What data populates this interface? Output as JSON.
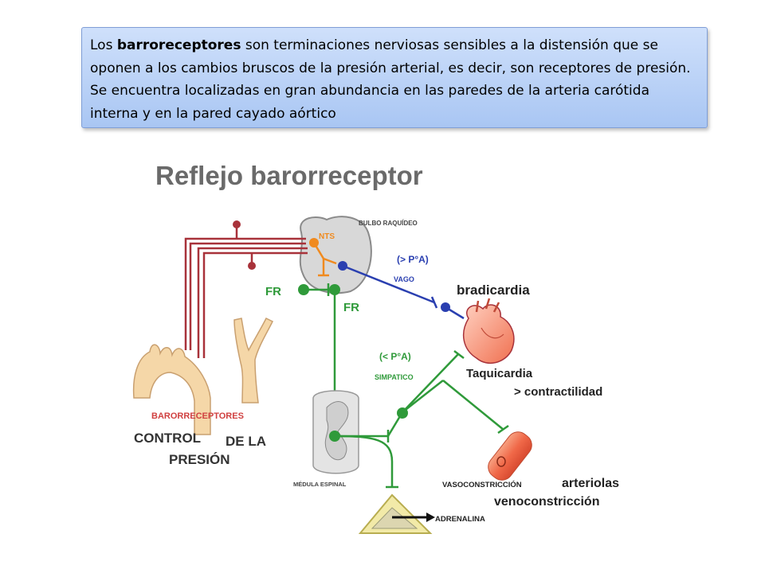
{
  "callout": {
    "pre": "Los ",
    "bold": "barroreceptores",
    "post": " son terminaciones nerviosas sensibles a la distensión que se oponen a los cambios bruscos de la presión arterial, es decir, son receptores de presión. Se encuentra localizadas en gran abundancia en las paredes de la arteria carótida interna y en la pared cayado aórtico"
  },
  "diagram": {
    "title": "Reflejo barorreceptor",
    "bulbo": "BULBO RAQUÍDEO",
    "nts": "NTS",
    "fr_left": "FR",
    "fr_right": "FR",
    "high_pa": "(> P°A)",
    "vago": "VAGO",
    "bradicardia": "bradicardia",
    "low_pa": "(< P°A)",
    "simpatico": "SIMPATICO",
    "taquicardia": "Taquicardia",
    "contractilidad": "> contractilidad",
    "barorreceptores": "BARORRECEPTORES",
    "control": "CONTROL",
    "de_la": "DE LA",
    "presion": "PRESIÓN",
    "medula": "MÉDULA ESPINAL",
    "vasoconstriccion": "VASOCONSTRICCIÓN",
    "arteriolas": "arteriolas",
    "venoconstriccion": "venoconstricción",
    "adrenalina": "ADRENALINA"
  },
  "colors": {
    "afferent": "#a8323a",
    "vagal": "#2a3fb0",
    "sympathetic": "#2f9a3a",
    "nts": "#f08a1e",
    "title": "#6a6a6a"
  }
}
